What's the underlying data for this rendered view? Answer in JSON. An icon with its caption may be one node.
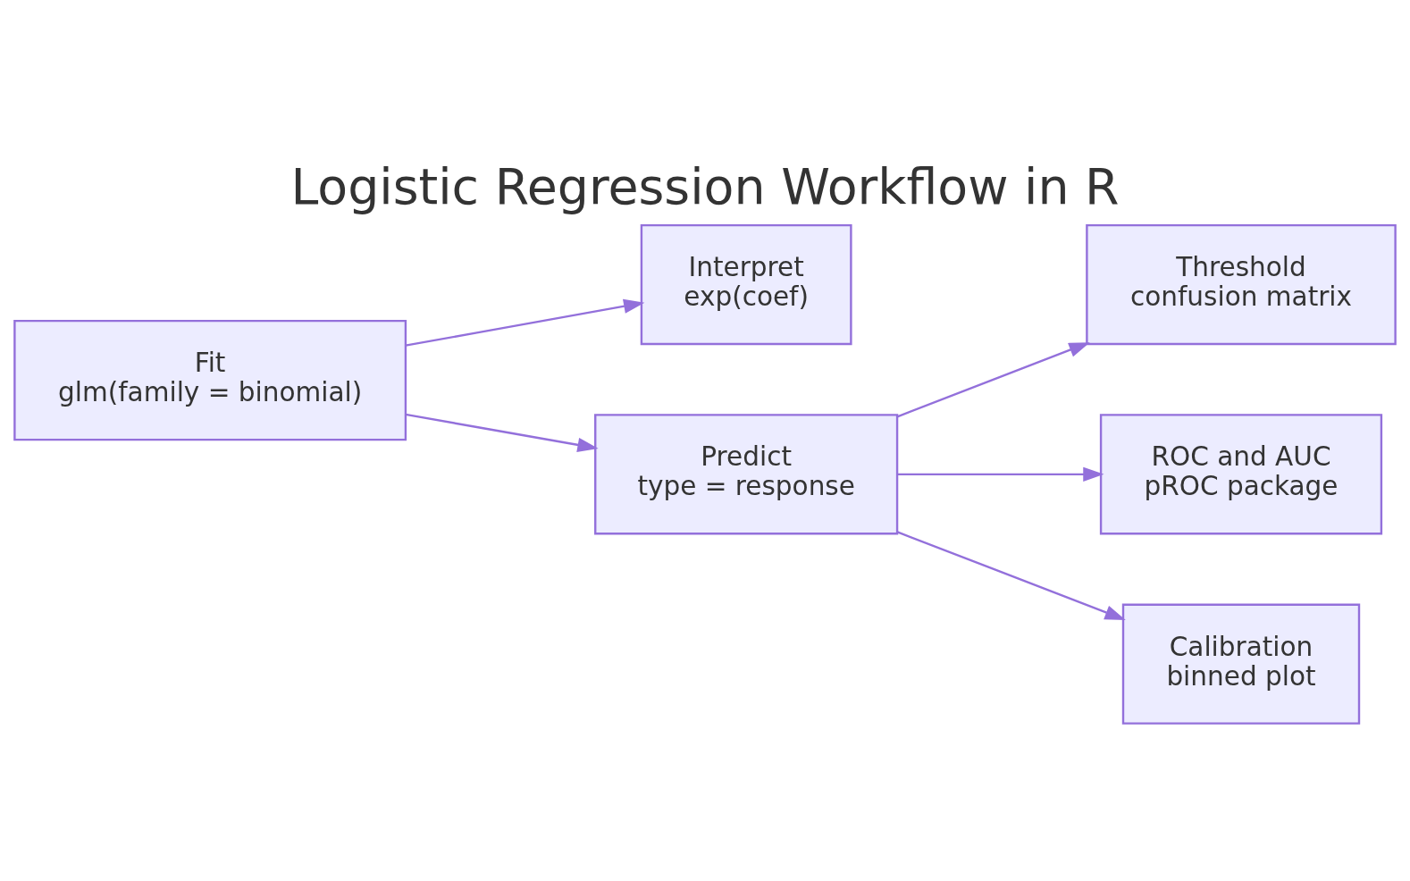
{
  "diagram": {
    "title": "Logistic Regression Workflow in R",
    "nodes": [
      {
        "text": [
          "Fit",
          "glm(family = binomial)"
        ]
      },
      {
        "text": [
          "Interpret",
          "exp(coef)"
        ]
      },
      {
        "text": [
          "Predict",
          "type = response"
        ]
      },
      {
        "text": [
          "Threshold",
          "confusion matrix"
        ]
      },
      {
        "text": [
          "ROC and AUC",
          "pROC package"
        ]
      },
      {
        "text": [
          "Calibration",
          "binned plot"
        ]
      }
    ],
    "edges": [
      {
        "from": 0,
        "to": 1,
        "arrow": "to"
      },
      {
        "from": 0,
        "to": 2,
        "arrow": "to"
      },
      {
        "from": 2,
        "to": 3,
        "arrow": "to"
      },
      {
        "from": 2,
        "to": 4,
        "arrow": "to"
      },
      {
        "from": 2,
        "to": 5,
        "arrow": "to"
      }
    ]
  }
}
